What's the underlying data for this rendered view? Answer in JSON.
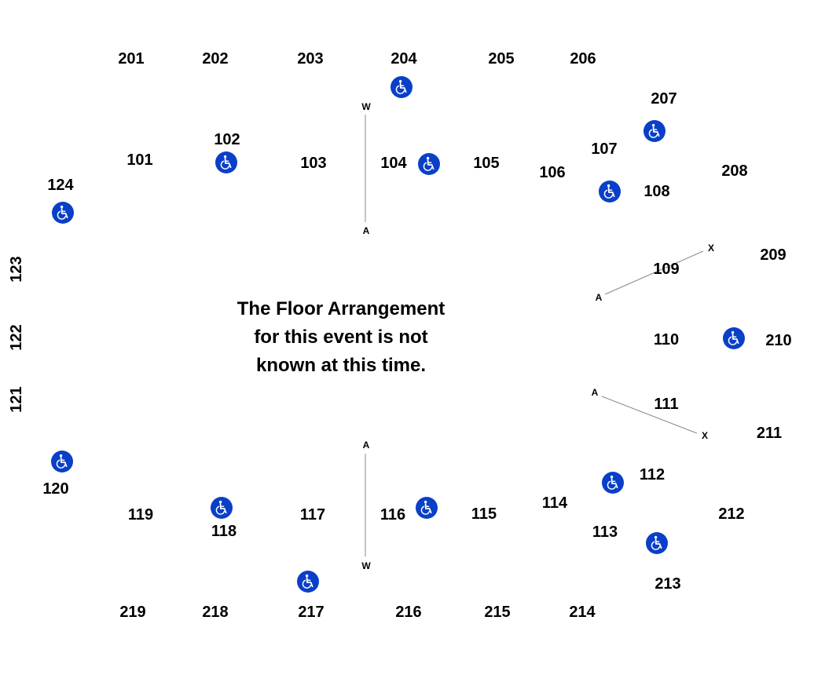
{
  "accent_color": "#0a3fc8",
  "icon": "wheelchair-accessible-icon",
  "notice": {
    "line1": "The Floor Arrangement",
    "line2": "for this event is not",
    "line3": "known at this time."
  },
  "sections_200": [
    "201",
    "202",
    "203",
    "204",
    "205",
    "206",
    "207",
    "208",
    "209",
    "210",
    "211",
    "212",
    "213",
    "214",
    "215",
    "216",
    "217",
    "218",
    "219"
  ],
  "sections_100": [
    "101",
    "102",
    "103",
    "104",
    "105",
    "106",
    "107",
    "108",
    "109",
    "110",
    "111",
    "112",
    "113",
    "114",
    "115",
    "116",
    "117",
    "118",
    "119",
    "120",
    "121",
    "122",
    "123",
    "124"
  ],
  "markers": {
    "top_w": "W",
    "top_a": "A",
    "bottom_a": "A",
    "bottom_w": "W",
    "upper_right_a": "A",
    "upper_right_x": "X",
    "lower_right_a": "A",
    "lower_right_x": "X"
  }
}
